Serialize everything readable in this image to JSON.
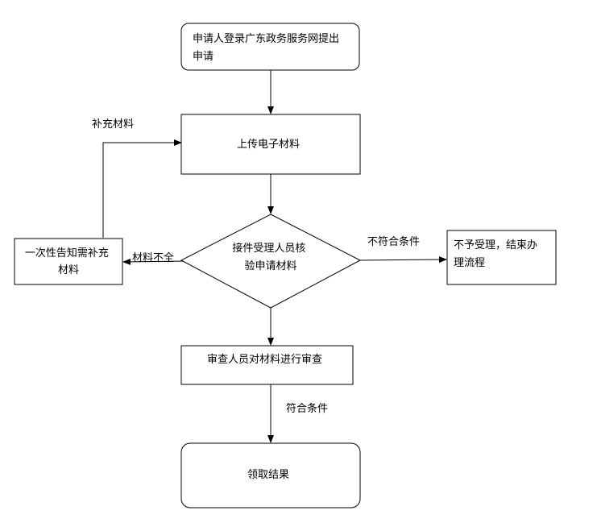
{
  "diagram": {
    "nodes": {
      "apply": {
        "lines": [
          "申请人登录广东政务服务网提出",
          "申请"
        ],
        "shape": "rounded-rect"
      },
      "upload": {
        "lines": [
          "上传电子材料"
        ],
        "shape": "rect"
      },
      "verify": {
        "lines": [
          "接件受理人员核",
          "验申请材料"
        ],
        "shape": "diamond"
      },
      "notify": {
        "lines": [
          "一次性告知需补充",
          "材料"
        ],
        "shape": "rect"
      },
      "reject": {
        "lines": [
          "不予受理，结束办",
          "理流程"
        ],
        "shape": "rect"
      },
      "review": {
        "lines": [
          "审查人员对材料进行审查"
        ],
        "shape": "rect"
      },
      "result": {
        "lines": [
          "领取结果"
        ],
        "shape": "rounded-rect"
      }
    },
    "edge_labels": {
      "supplement": "补充材料",
      "incomplete": "材料不全",
      "not_qualified": "不符合条件",
      "qualified": "符合条件"
    }
  }
}
